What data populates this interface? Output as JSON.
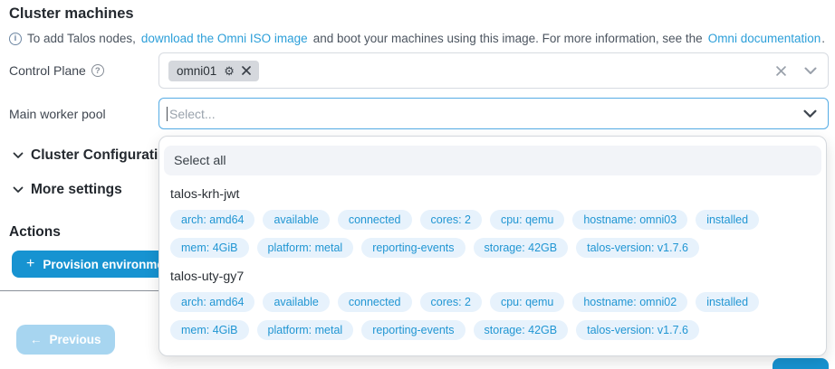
{
  "header": {
    "title": "Cluster machines"
  },
  "info": {
    "prefix": "To add Talos nodes,",
    "link_iso": "download the Omni ISO image",
    "middle": "and boot your machines using this image. For more information, see the",
    "link_docs": "Omni documentation",
    "suffix": "."
  },
  "form": {
    "control_plane": {
      "label": "Control Plane",
      "selected_chip": "omni01"
    },
    "worker_pool": {
      "label": "Main worker pool",
      "placeholder": "Select..."
    }
  },
  "dropdown": {
    "select_all_label": "Select all",
    "machines": [
      {
        "name": "talos-krh-jwt",
        "tags": [
          "arch: amd64",
          "available",
          "connected",
          "cores: 2",
          "cpu: qemu",
          "hostname: omni03",
          "installed",
          "mem: 4GiB",
          "platform: metal",
          "reporting-events",
          "storage: 42GB",
          "talos-version: v1.7.6"
        ]
      },
      {
        "name": "talos-uty-gy7",
        "tags": [
          "arch: amd64",
          "available",
          "connected",
          "cores: 2",
          "cpu: qemu",
          "hostname: omni02",
          "installed",
          "mem: 4GiB",
          "platform: metal",
          "reporting-events",
          "storage: 42GB",
          "talos-version: v1.7.6"
        ]
      }
    ]
  },
  "sections": [
    {
      "label": "Cluster Configuration"
    },
    {
      "label": "More settings"
    }
  ],
  "actions": {
    "heading": "Actions",
    "provision_label": "Provision environment"
  },
  "footer": {
    "previous_label": "Previous"
  },
  "colors": {
    "accent_blue": "#1793d1",
    "link_blue": "#2c9fd9",
    "tag_bg": "#e7f2fc",
    "tag_text": "#2196d3",
    "focus_border": "#55ace5",
    "disabled_button": "#a7d5f0",
    "select_all_bg": "#f2f4f8",
    "chip_bg": "#d5d8dd"
  }
}
